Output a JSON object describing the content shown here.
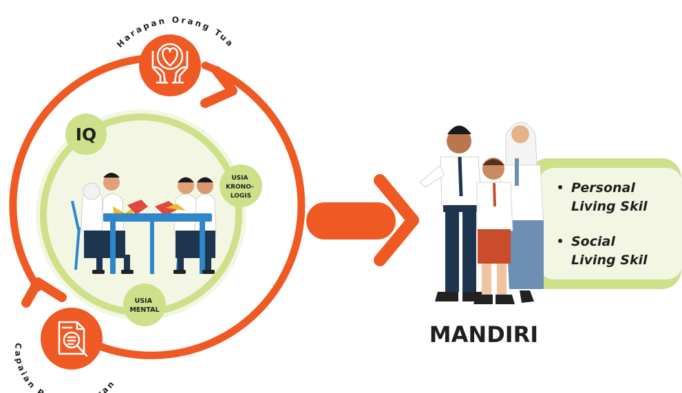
{
  "colors": {
    "orange": "#ef5a24",
    "light_green": "#cfe08a",
    "pale_green": "#f3f6e3",
    "mid_green": "#d8e79c",
    "white": "#ffffff",
    "text_dark": "#1f1f1f"
  },
  "cycle": {
    "top_label": "Harapan Orang Tua",
    "bottom_label": "Capaian Pembelajaran",
    "top_icon": "heart-in-hands-icon",
    "bottom_icon": "document-magnifier-icon"
  },
  "center": {
    "iq_label": "IQ",
    "chrono_label": [
      "USIA",
      "KRONO-",
      "LOGIS"
    ],
    "mental_label": [
      "USIA",
      "MENTAL"
    ],
    "illustration": "students-studying-at-table"
  },
  "result": {
    "title": "MANDIRI",
    "illustration": "students-standing-group",
    "bullets": [
      [
        "Personal",
        "Living Skil"
      ],
      [
        "Social",
        "Living Skil"
      ]
    ]
  }
}
